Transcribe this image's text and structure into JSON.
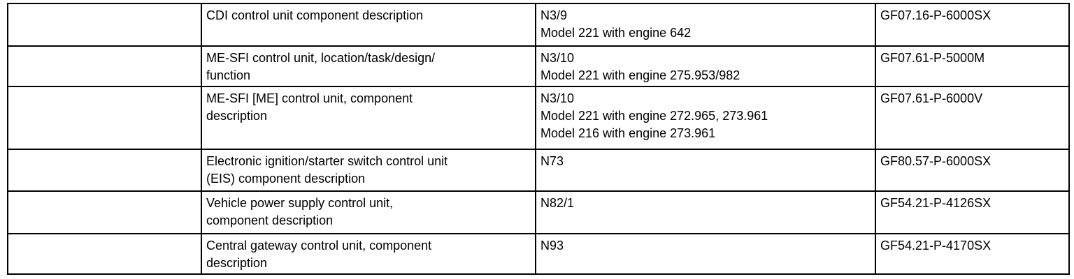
{
  "colors": {
    "background": "#ffffff",
    "border": "#000000",
    "text": "#000000"
  },
  "table": {
    "rows": [
      {
        "blank": "",
        "description": "CDI control unit component description",
        "designation": "N3/9\nModel 221 with engine 642",
        "document": "GF07.16-P-6000SX"
      },
      {
        "blank": "",
        "description": "ME-SFI control unit, location/task/design/\nfunction",
        "designation": "N3/10\nModel 221 with engine 275.953/982",
        "document": "GF07.61-P-5000M"
      },
      {
        "blank": "",
        "description": "ME-SFI [ME] control unit, component\ndescription",
        "designation": "N3/10\nModel 221 with engine 272.965, 273.961\nModel 216 with engine 273.961",
        "document": "GF07.61-P-6000V"
      },
      {
        "blank": "",
        "description": "Electronic ignition/starter switch control unit\n(EIS) component description",
        "designation": "N73",
        "document": "GF80.57-P-6000SX"
      },
      {
        "blank": "",
        "description": "Vehicle power supply control unit,\ncomponent description",
        "designation": "N82/1",
        "document": "GF54.21-P-4126SX"
      },
      {
        "blank": "",
        "description": "Central gateway control unit, component\ndescription",
        "designation": "N93",
        "document": "GF54.21-P-4170SX"
      }
    ]
  }
}
